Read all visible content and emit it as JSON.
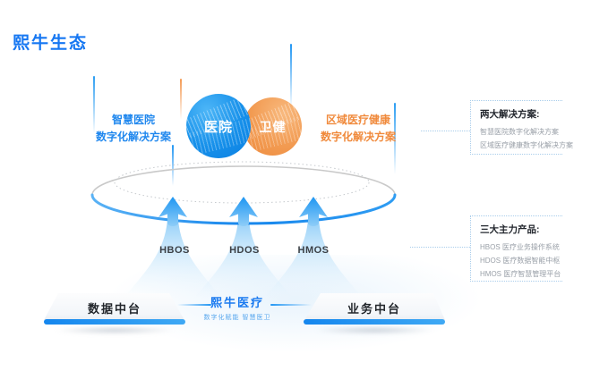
{
  "page": {
    "title": "熙牛生态"
  },
  "circles": {
    "hospital": {
      "label": "医院",
      "color": "#1690ea"
    },
    "health": {
      "label": "卫健",
      "color": "#ef8c3e"
    }
  },
  "caption_left": {
    "line1": "智慧医院",
    "line2": "数字化解决方案"
  },
  "caption_right": {
    "line1": "区域医疗健康",
    "line2": "数字化解决方案"
  },
  "arrows": [
    {
      "label": "HBOS"
    },
    {
      "label": "HDOS"
    },
    {
      "label": "HMOS"
    }
  ],
  "platforms": {
    "left": {
      "label": "数据中台"
    },
    "right": {
      "label": "业务中台"
    },
    "center": {
      "name": "熙牛医疗",
      "tagline": "数字化赋能 智慧医卫"
    }
  },
  "panels": [
    {
      "title": "两大解决方案:",
      "items": [
        "智慧医院数字化解决方案",
        "区域医疗健康数字化解决方案"
      ]
    },
    {
      "title": "三大主力产品:",
      "items": [
        "HBOS 医疗业务操作系统",
        "HDOS 医疗数据智能中枢",
        "HMOS 医疗智慧管理平台"
      ]
    }
  ],
  "colors": {
    "title_blue": "#1677f2",
    "circle_blue": "#1690ea",
    "circle_orange": "#ef8c3e",
    "ellipse_blue": "#1e8cf0",
    "ellipse_gray": "#c9c9c9",
    "platform_bar_blue": "#1486ee",
    "panel_title_dark": "#23272e",
    "panel_item_gray": "#9aa0a8"
  }
}
